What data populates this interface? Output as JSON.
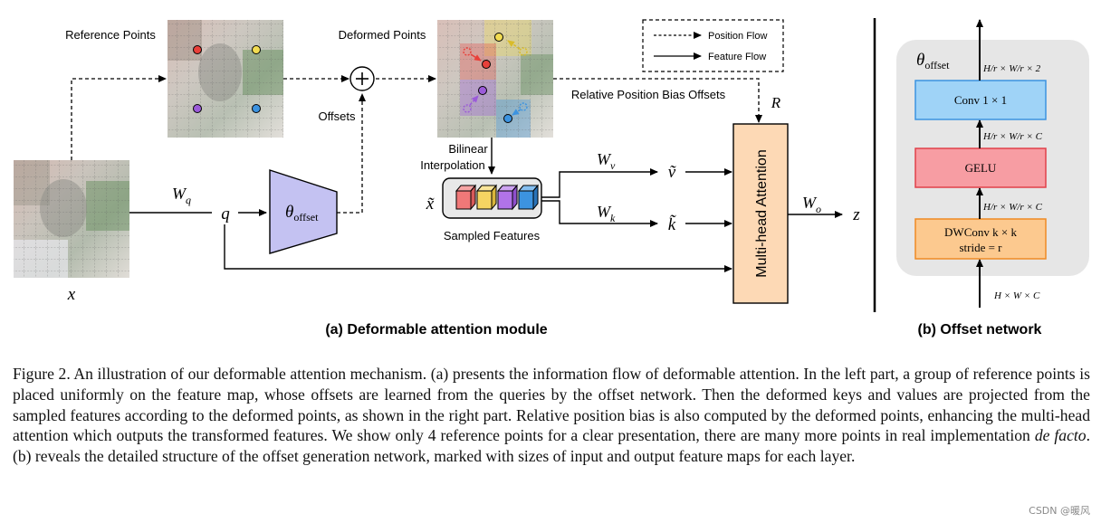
{
  "diagram": {
    "labels": {
      "reference_points": "Reference Points",
      "deformed_points": "Deformed Points",
      "offsets": "Offsets",
      "relative_position_bias_offsets": "Relative Position Bias Offsets",
      "bilinear_line1": "Bilinear",
      "bilinear_line2": "Interpolation",
      "sampled_features": "Sampled Features",
      "multihead_attention": "Multi-head Attention",
      "legend_position_flow": "Position Flow",
      "legend_feature_flow": "Feature Flow"
    },
    "math": {
      "x": "x",
      "q": "q",
      "wq_main": "W",
      "wq_sub": "q",
      "theta_main": "θ",
      "theta_sub": "offset",
      "x_tilde": "x̃",
      "wv_main": "W",
      "wv_sub": "v",
      "wk_main": "W",
      "wk_sub": "k",
      "v_tilde": "ṽ",
      "k_tilde": "k̃",
      "r": "R",
      "wo_main": "W",
      "wo_sub": "o",
      "z": "z"
    },
    "subcaption_a": "(a)  Deformable attention module",
    "subcaption_b": "(b)  Offset network"
  },
  "offset_network": {
    "title_main": "θ",
    "title_sub": "offset",
    "conv_label": "Conv 1 × 1",
    "gelu_label": "GELU",
    "dwconv_line1": "DWConv k × k",
    "dwconv_line2": "stride = r",
    "dim_output": "H/r × W/r × 2",
    "dim_after_gelu": "H/r × W/r × C",
    "dim_after_dwconv": "H/r × W/r × C",
    "dim_input": "H × W × C",
    "colors": {
      "conv": "#9fd3f7",
      "gelu": "#f79da3",
      "dwconv": "#fcc98f",
      "panel": "#e6e6e6"
    }
  },
  "colors": {
    "theta_block": "#c4c2f2",
    "attention_block": "#fdd9b5",
    "point_red": "#e8403a",
    "point_yellow": "#f2dc52",
    "point_purple": "#9b5bd9",
    "point_blue": "#3c93e0"
  },
  "caption": {
    "part1": "Figure 2. An illustration of our deformable attention mechanism. (a) presents the information flow of deformable attention. In the left part, a group of reference points is placed uniformly on the feature map, whose offsets are learned from the queries by the offset network. Then the deformed keys and values are projected from the sampled features according to the deformed points, as shown in the right part. Relative position bias is also computed by the deformed points, enhancing the multi-head attention which outputs the transformed features. We show only 4 reference points for a clear presentation, there are many more points in real implementation ",
    "italic": "de facto",
    "part2": ". (b) reveals the detailed structure of the offset generation network, marked with sizes of input and output feature maps for each layer."
  },
  "watermark": "CSDN @暖风"
}
